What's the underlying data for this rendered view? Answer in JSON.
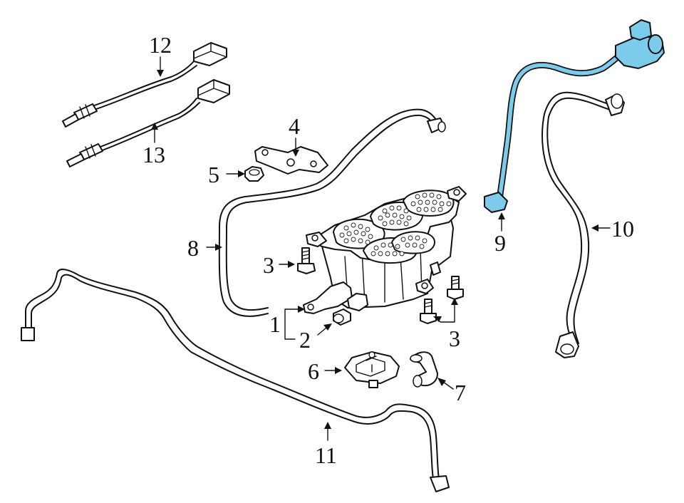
{
  "diagram": {
    "highlight_color": "#7ccbea",
    "line_color": "#111111",
    "callouts": {
      "c1": "1",
      "c2": "2",
      "c3a": "3",
      "c3b": "3",
      "c4": "4",
      "c5": "5",
      "c6": "6",
      "c7": "7",
      "c8": "8",
      "c9": "9",
      "c10": "10",
      "c11": "11",
      "c12": "12",
      "c13": "13"
    }
  }
}
